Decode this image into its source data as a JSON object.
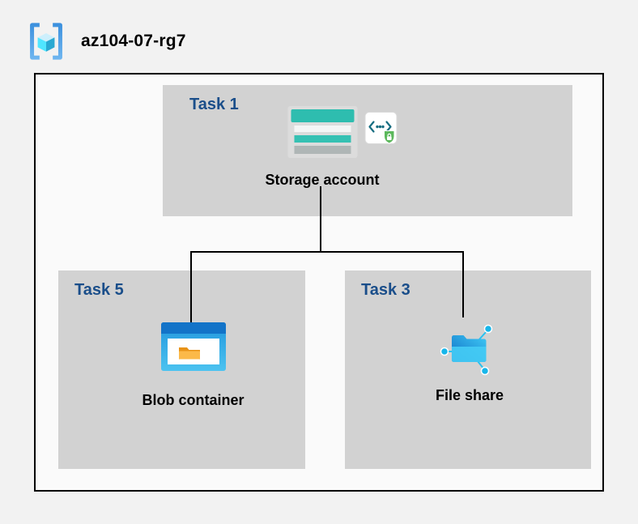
{
  "header": {
    "title": "az104-07-rg7",
    "icon": "resource-group-icon"
  },
  "groups": [
    {
      "label": "Task 1",
      "item": {
        "label": "Storage account",
        "icon": "storage-account-icon",
        "badge_icon": "code-lock-icon"
      }
    },
    {
      "label": "Task 5",
      "item": {
        "label": "Blob container",
        "icon": "blob-container-icon"
      }
    },
    {
      "label": "Task 3",
      "item": {
        "label": "File share",
        "icon": "file-share-icon"
      }
    }
  ],
  "colors": {
    "background": "#f2f2f2",
    "panel": "#d2d2d2",
    "task_label": "#1a4e8a",
    "frame_border": "#000000",
    "connector": "#000000",
    "storage_teal": "#2ebdaf",
    "blob_blue": "#2da7e6",
    "file_share_blue": "#17b6ea",
    "badge_green": "#5cb85c"
  }
}
